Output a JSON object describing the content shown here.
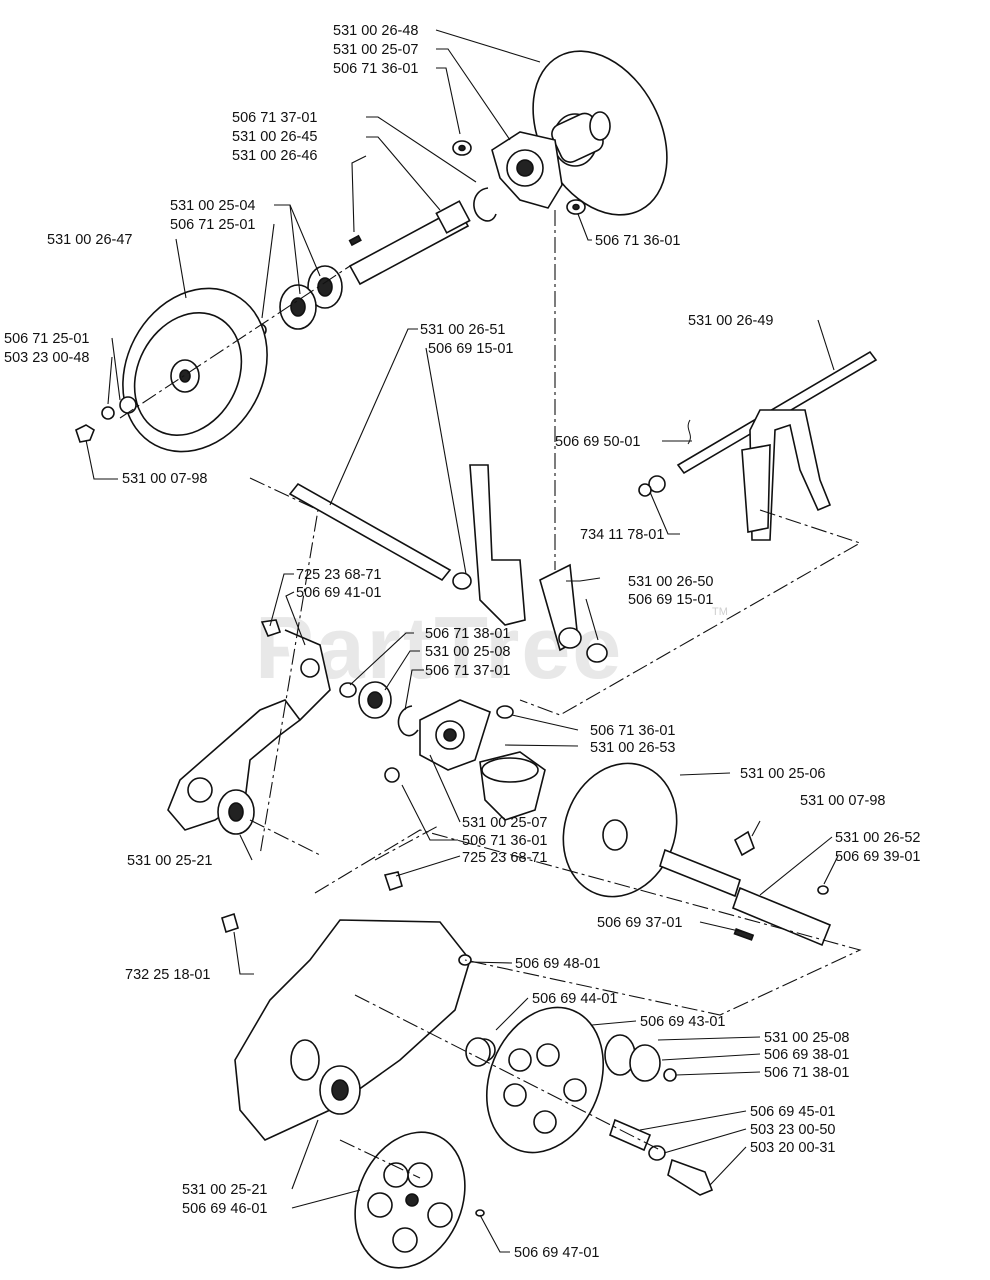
{
  "watermark": "PartTree",
  "watermark_tm": "TM",
  "labels": {
    "l01": "531 00 26-48",
    "l02": "531 00 25-07",
    "l03": "506 71 36-01",
    "l04": "506 71 37-01",
    "l05": "531 00 26-45",
    "l06": "531 00 26-46",
    "l07": "531 00 25-04",
    "l08": "506 71 25-01",
    "l09": "531 00 26-47",
    "l10": "506 71 36-01",
    "l11": "531 00 26-49",
    "l12": "506 71 25-01",
    "l13": "503 23 00-48",
    "l14": "531 00 07-98",
    "l15": "531 00 26-51",
    "l16": "506 69 15-01",
    "l17": "506 69 50-01",
    "l18": "734 11 78-01",
    "l19": "725 23 68-71",
    "l20": "506 69 41-01",
    "l21": "531 00 26-50",
    "l22": "506 69 15-01",
    "l23": "506 71 38-01",
    "l24": "531 00 25-08",
    "l25": "506 71 37-01",
    "l26": "506 71 36-01",
    "l27": "531 00 26-53",
    "l28": "531 00 25-06",
    "l29": "531 00 07-98",
    "l30": "531 00 25-07",
    "l31": "506 71 36-01",
    "l32": "725 23 68-71",
    "l33": "531 00 25-21",
    "l34": "531 00 26-52",
    "l35": "506 69 39-01",
    "l36": "506 69 37-01",
    "l37": "732 25 18-01",
    "l38": "506 69 48-01",
    "l39": "506 69 44-01",
    "l40": "506 69 43-01",
    "l41": "531 00 25-08",
    "l42": "506 69 38-01",
    "l43": "506 71 38-01",
    "l44": "506 69 45-01",
    "l45": "503 23 00-50",
    "l46": "503 20 00-31",
    "l47": "531 00 25-21",
    "l48": "506 69 46-01",
    "l49": "506 69 47-01"
  }
}
